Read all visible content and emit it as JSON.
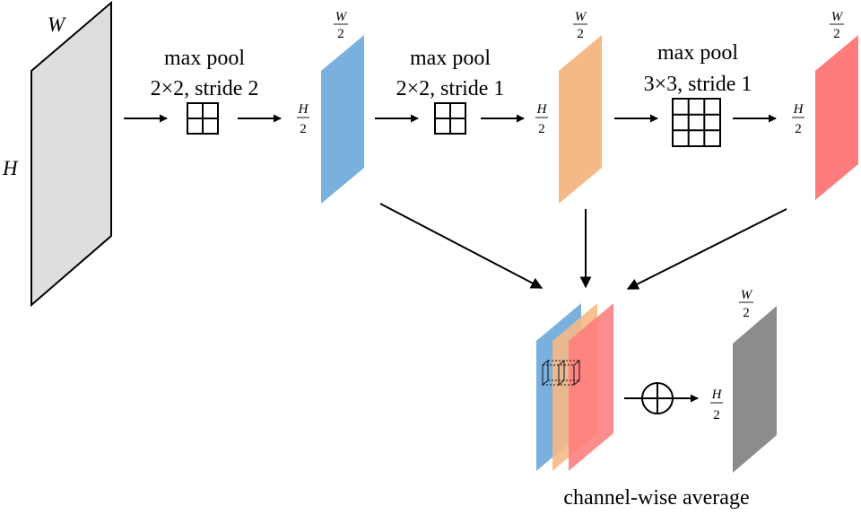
{
  "input": {
    "width_label": "W",
    "height_label": "H",
    "color": "#dedede"
  },
  "pools": [
    {
      "name_label": "max pool",
      "spec_label": "2×2, stride 2",
      "grid": 2
    },
    {
      "name_label": "max pool",
      "spec_label": "2×2, stride 1",
      "grid": 2
    },
    {
      "name_label": "max pool",
      "spec_label": "3×3, stride 1",
      "grid": 3
    }
  ],
  "feature_maps": [
    {
      "color": "#7ab0dd",
      "w_num": "W",
      "w_den": "2",
      "h_num": "H",
      "h_den": "2"
    },
    {
      "color": "#f5b987",
      "w_num": "W",
      "w_den": "2",
      "h_num": "H",
      "h_den": "2"
    },
    {
      "color": "#ff7c7c",
      "w_num": "W",
      "w_den": "2",
      "h_num": "H",
      "h_den": "2"
    }
  ],
  "output": {
    "color": "#8c8c8c",
    "w_num": "W",
    "w_den": "2",
    "h_num": "H",
    "h_den": "2",
    "caption": "channel-wise average",
    "operator_icon": "circled-plus"
  }
}
